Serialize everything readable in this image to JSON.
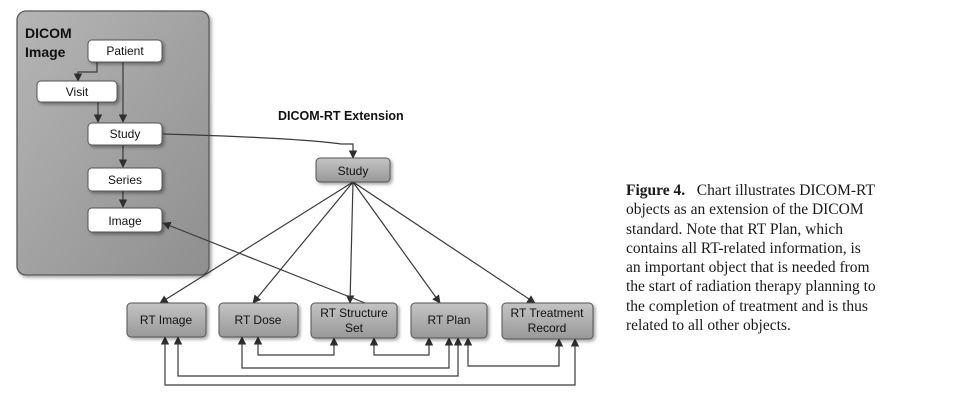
{
  "dicom": {
    "title_line1": "DICOM",
    "title_line2": "Image",
    "nodes": {
      "patient": "Patient",
      "visit": "Visit",
      "study": "Study",
      "series": "Series",
      "image": "Image"
    }
  },
  "extension": {
    "title": "DICOM-RT Extension",
    "nodes": {
      "study": "Study",
      "rt_image": "RT Image",
      "rt_dose": "RT Dose",
      "rt_structure_set_line1": "RT Structure",
      "rt_structure_set_line2": "Set",
      "rt_plan": "RT Plan",
      "rt_treatment_record_line1": "RT Treatment",
      "rt_treatment_record_line2": "Record"
    }
  },
  "caption": {
    "label": "Figure 4.",
    "text": "Chart illustrates DICOM-RT objects as an extension of the DICOM standard. Note that RT Plan, which contains all RT-related information, is an important object that is needed from the start of radiation therapy planning to the completion of treatment and is thus related to all other objects."
  },
  "colors": {
    "panel_fill": "#9c9c9c",
    "node_white": "#ffffff",
    "node_gray": "#a8a8a8",
    "edge": "#3a3a3a"
  }
}
